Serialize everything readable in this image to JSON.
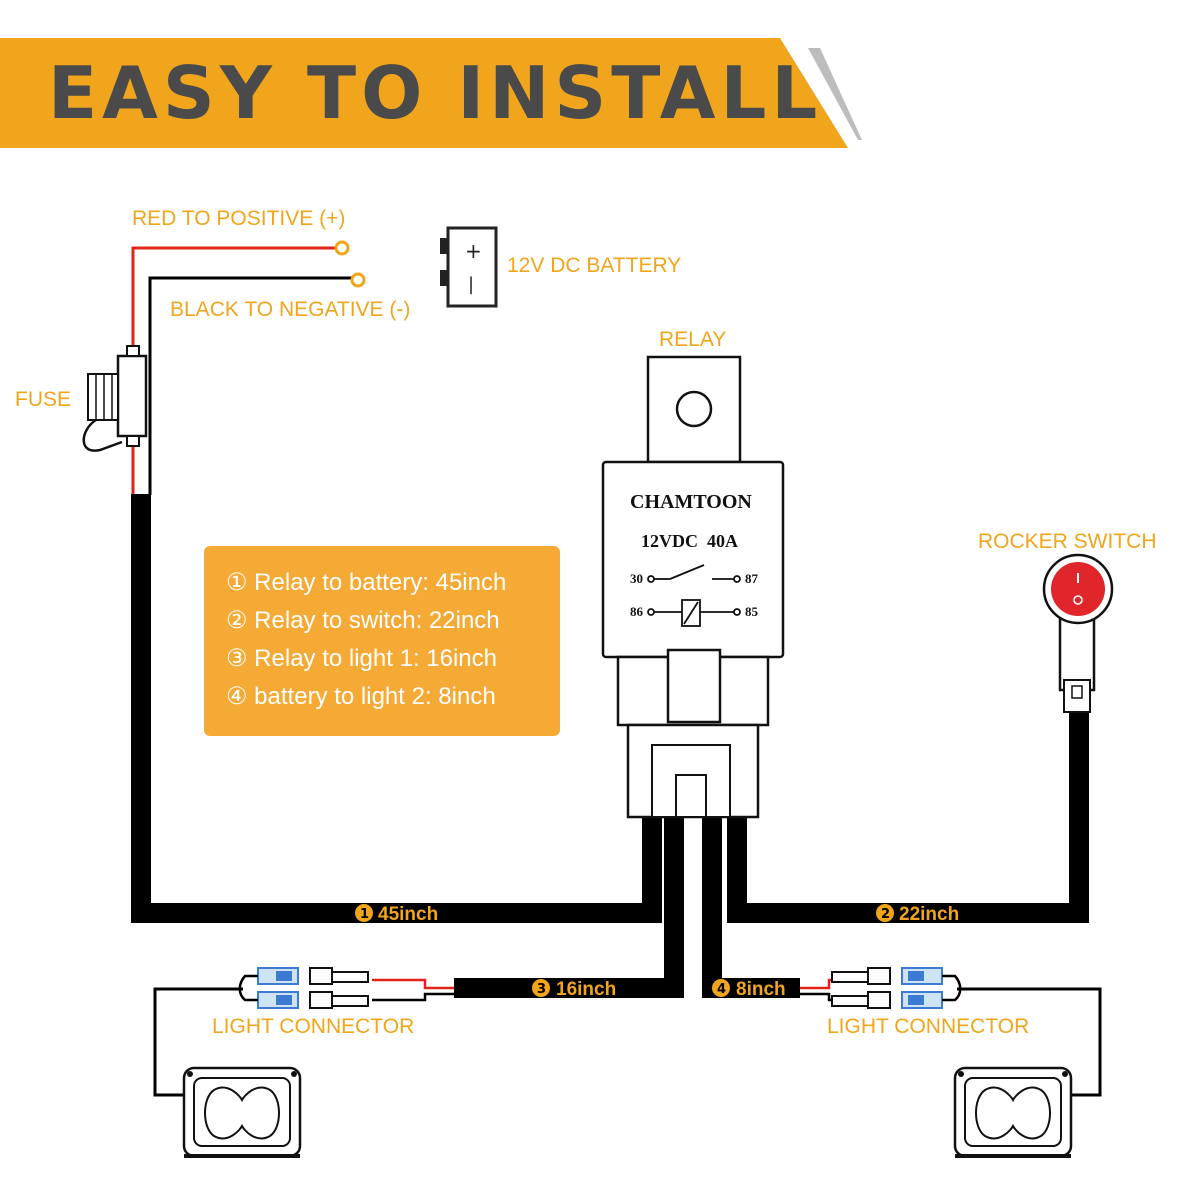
{
  "header": {
    "title": "EASY TO INSTALL",
    "colors": {
      "banner": "#f0a51c",
      "title_text": "#4a4a4a"
    }
  },
  "labels": {
    "red_to_positive": "RED TO POSITIVE (+)",
    "black_to_negative": "BLACK TO NEGATIVE (-)",
    "battery": "12V DC BATTERY",
    "battery_plus": "+",
    "battery_minus": "|",
    "fuse": "FUSE",
    "relay": "RELAY",
    "rocker_switch": "ROCKER SWITCH",
    "light_connector_left": "LIGHT CONNECTOR",
    "light_connector_right": "LIGHT CONNECTOR"
  },
  "relay": {
    "brand": "CHAMTOON",
    "rating": "12VDC  40A",
    "pins": {
      "p30": "30",
      "p87": "87",
      "p86": "86",
      "p85": "85"
    }
  },
  "info_box": {
    "lines": [
      "① Relay to battery: 45inch",
      "② Relay to switch: 22inch",
      "③ Relay to light 1: 16inch",
      "④ battery to light 2: 8inch"
    ]
  },
  "wire_labels": {
    "w1": {
      "num": "1",
      "text": "45inch"
    },
    "w2": {
      "num": "2",
      "text": "22inch"
    },
    "w3": {
      "num": "3",
      "text": "16inch"
    },
    "w4": {
      "num": "4",
      "text": "8inch"
    }
  },
  "colors": {
    "accent": "#f0a51c",
    "wire_black": "#000000",
    "wire_red": "#e2231a",
    "connector_blue": "#3b7bd4",
    "switch_red": "#e0262b"
  }
}
